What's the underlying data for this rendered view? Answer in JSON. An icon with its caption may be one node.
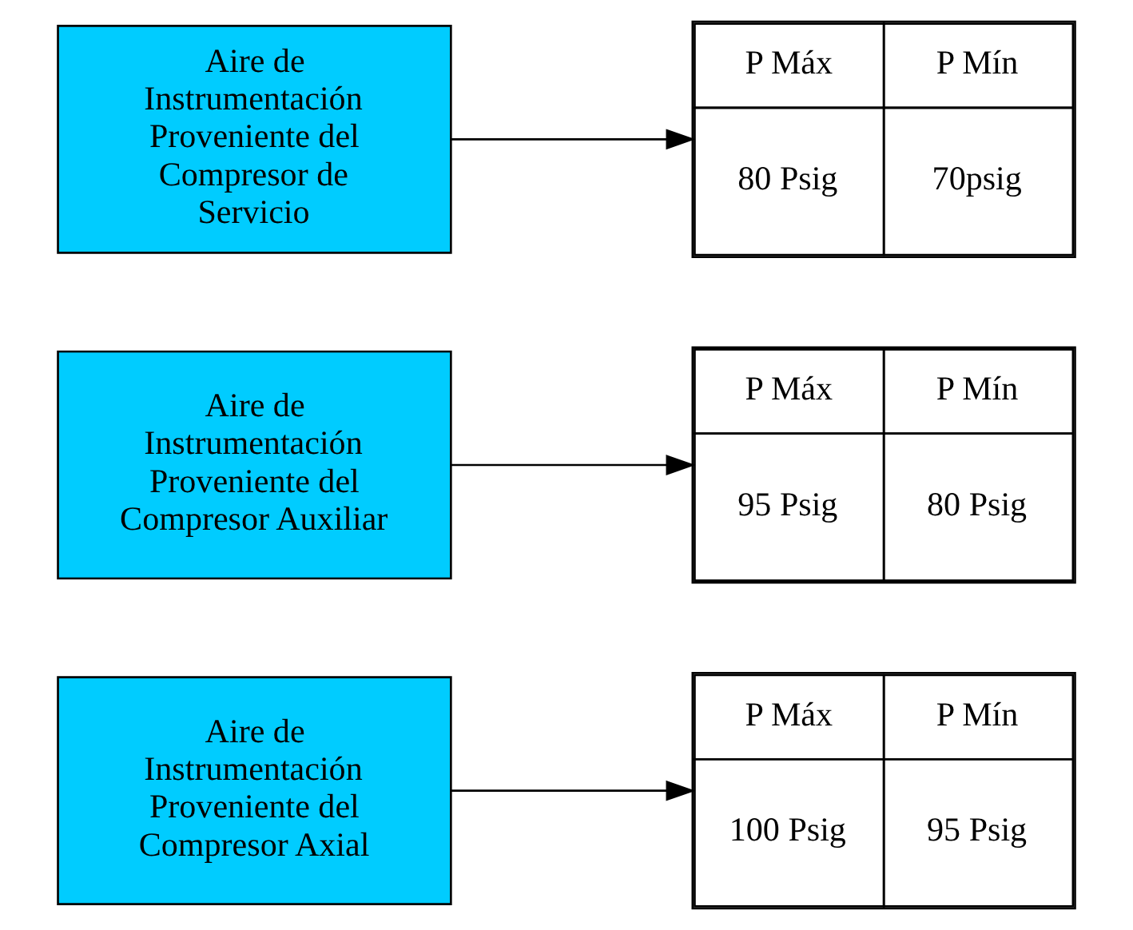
{
  "diagram": {
    "nodes": [
      {
        "text": [
          "Aire de Instrumentación Proveniente del Compresor Axial"
        ]
      },
      {
        "text": [
          "P Máx",
          "P Mín",
          "100 Psig",
          "95 Psig"
        ]
      },
      {
        "text": [
          "Aire de Instrumentación Proveniente del Compresor Auxiliar"
        ]
      },
      {
        "text": [
          "P Máx",
          "P Mín",
          "95 Psig",
          "80 Psig"
        ]
      },
      {
        "text": [
          "Aire de Instrumentación Proveniente del Compresor de Servicio"
        ]
      },
      {
        "text": [
          "P Máx",
          "P Mín",
          "80 Psig",
          "70psig"
        ]
      }
    ],
    "edges": [
      {
        "from": 0,
        "to": 1,
        "arrow": "to"
      },
      {
        "from": 2,
        "to": 3,
        "arrow": "to"
      },
      {
        "from": 4,
        "to": 5,
        "arrow": "to"
      }
    ]
  }
}
